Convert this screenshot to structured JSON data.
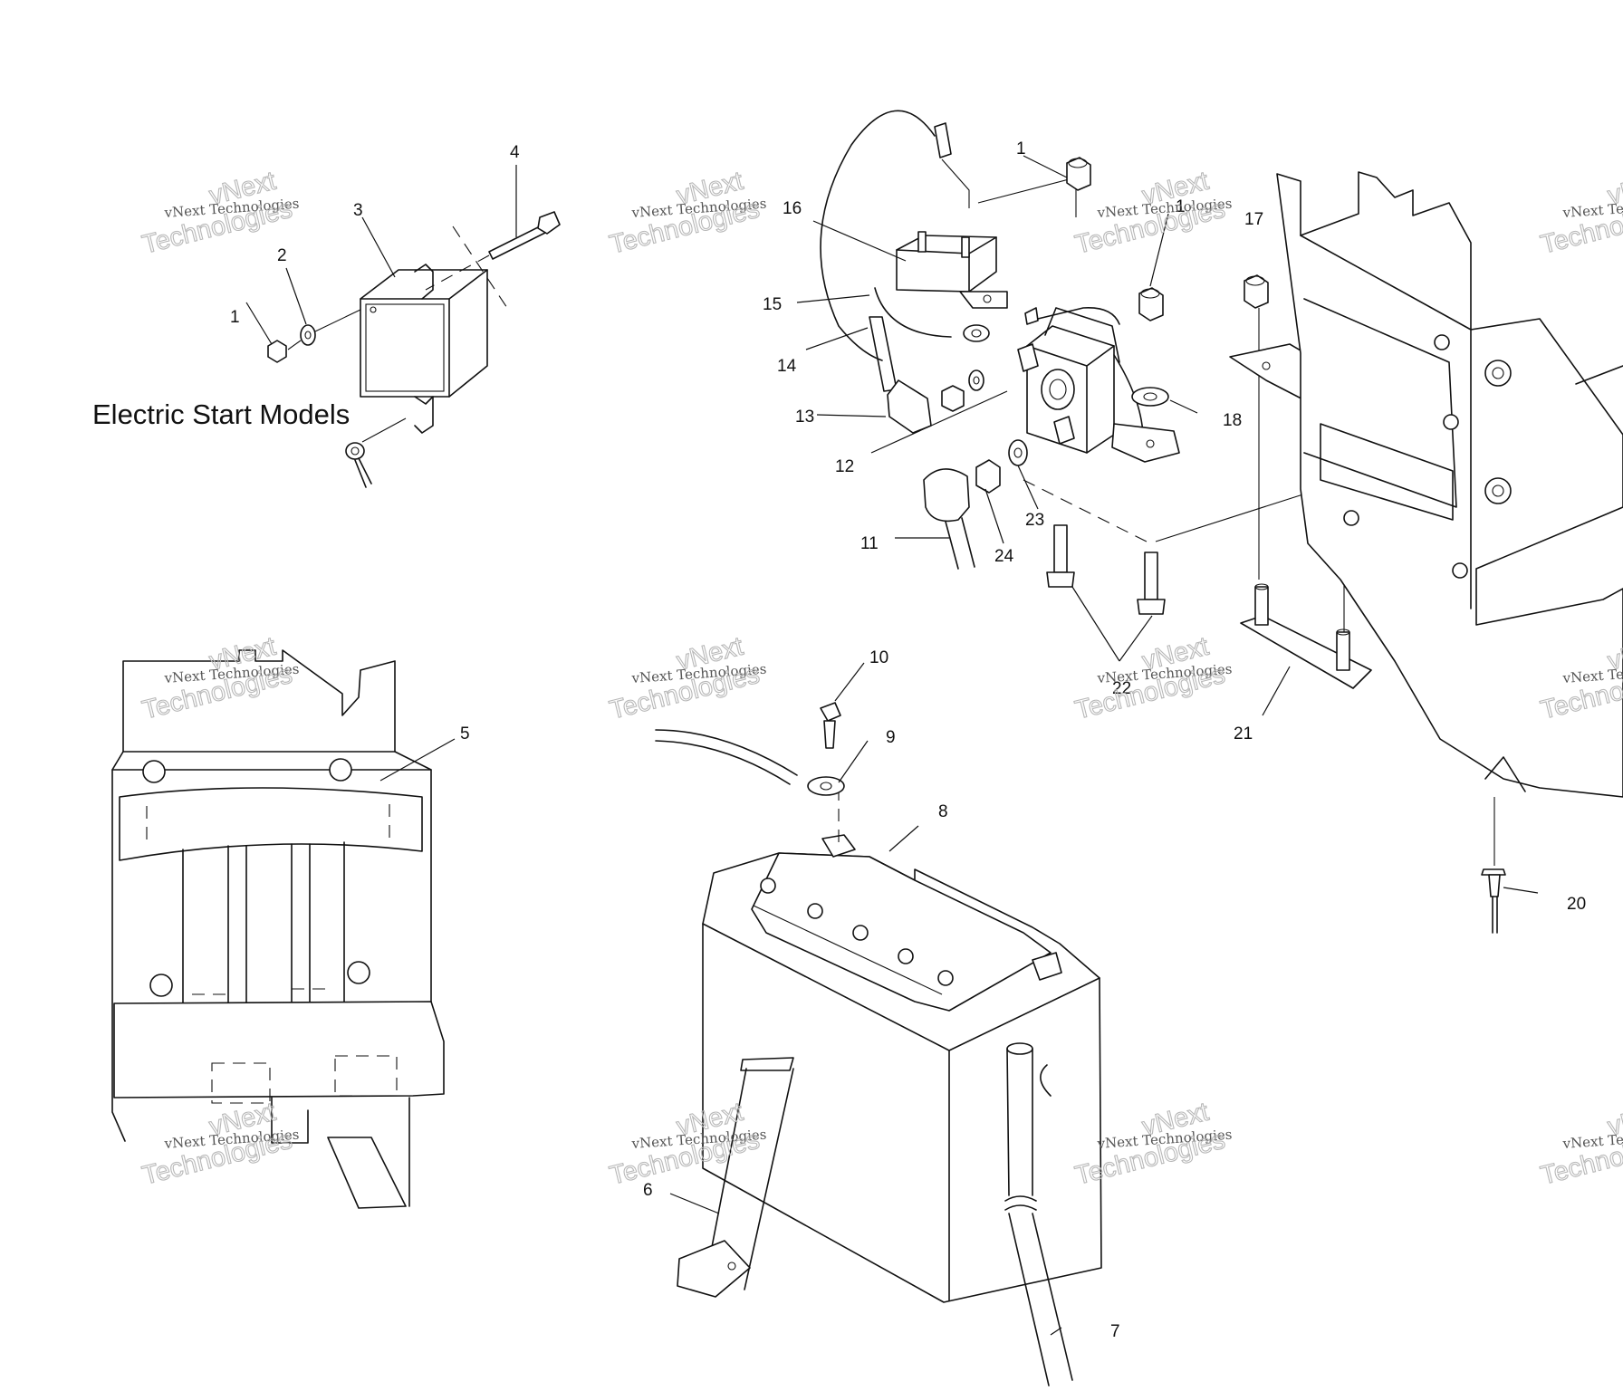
{
  "section_title": "Electric Start Models",
  "watermark": {
    "small": "vNext Technologies",
    "large_line1": "vNext",
    "large_line2": "Technologies"
  },
  "callouts": {
    "c1a": "1",
    "c2": "2",
    "c3": "3",
    "c4": "4",
    "c5": "5",
    "c6": "6",
    "c7": "7",
    "c8": "8",
    "c9": "9",
    "c10": "10",
    "c11": "11",
    "c12": "12",
    "c13": "13",
    "c14": "14",
    "c15": "15",
    "c16": "16",
    "c1b": "1",
    "c1c": "1",
    "c17": "17",
    "c18": "18",
    "c20": "20",
    "c21": "21",
    "c22": "22",
    "c23": "23",
    "c24": "24"
  }
}
